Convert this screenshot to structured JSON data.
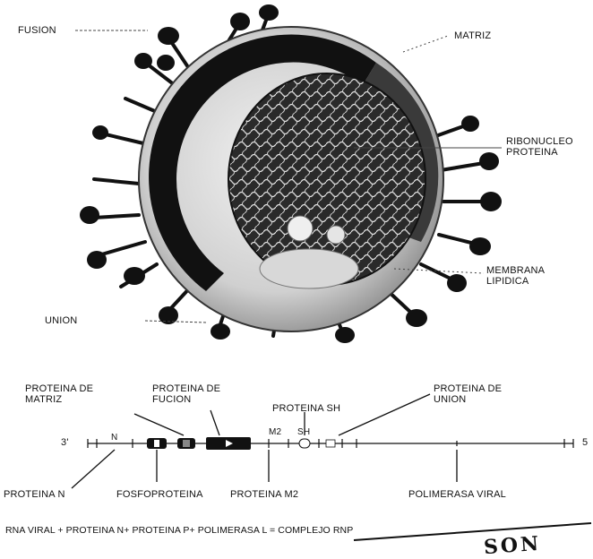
{
  "virion": {
    "labels": {
      "fusion": "FUSION",
      "matriz": "MATRIZ",
      "ribonucleoproteina": "RIBONUCLEO PROTEINA",
      "membrana": "MEMBRANA LIPIDICA",
      "union": "UNION"
    }
  },
  "genome": {
    "end_left": "3'",
    "end_right": "5",
    "segment_labels": {
      "n": "N",
      "m2": "M2",
      "sh": "SH"
    },
    "top_labels": {
      "matriz": "PROTEINA DE MATRIZ",
      "fusion": "PROTEINA DE FUCION",
      "sh": "PROTEINA SH",
      "union": "PROTEINA DE UNION"
    },
    "bottom_labels": {
      "n": "PROTEINA N",
      "fosfo": "FOSFOPROTEINA",
      "m2": "PROTEINA M2",
      "polimerasa": "POLIMERASA VIRAL"
    }
  },
  "footer": {
    "equation": "RNA VIRAL + PROTEINA N+ PROTEINA P+ POLIMERASA L = COMPLEJO RNP",
    "stamp": "SON"
  }
}
